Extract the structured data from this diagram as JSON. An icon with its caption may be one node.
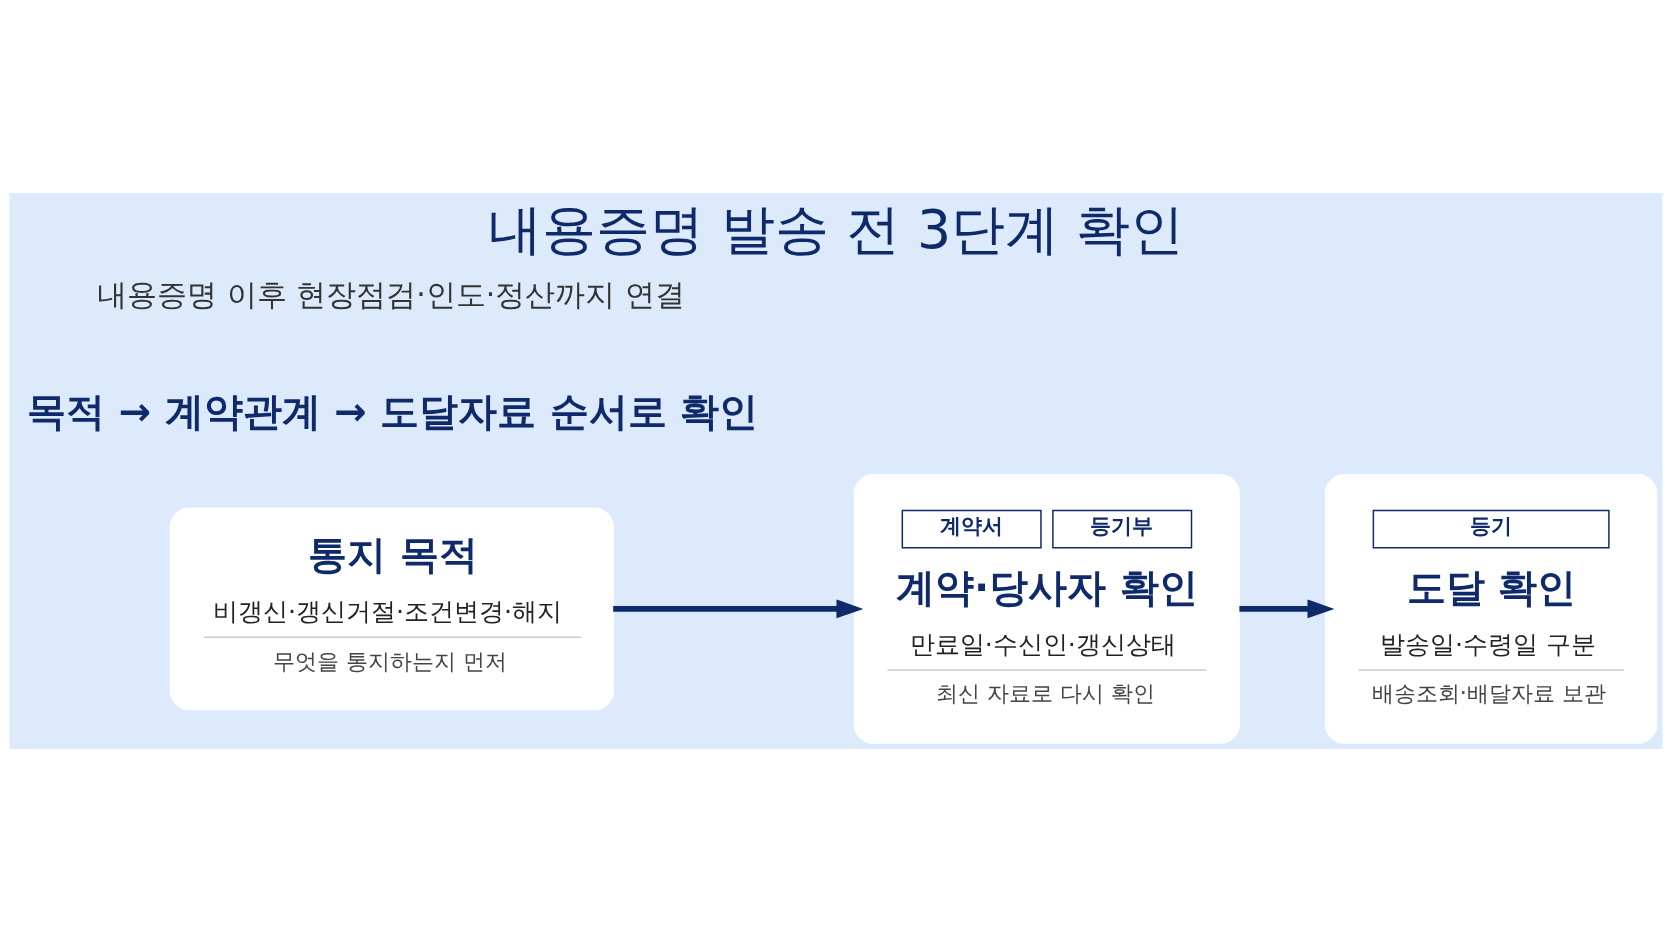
{
  "diagram": {
    "title": "내용증명 발송 전 3단계 확인",
    "nodes": [
      {
        "text": [
          "통지 목적",
          "비갱신·갱신거절·조건변경·해지",
          "무엇을 통지하는지 먼저"
        ]
      },
      {
        "text": [
          "계약서",
          "등기부",
          "계약·당사자 확인",
          "만료일·수신인·갱신상태",
          "최신 자료로 다시 확인"
        ]
      },
      {
        "text": [
          "등기",
          "도달 확인",
          "발송일·수령일 구분",
          "배송조회·배달자료 보관"
        ]
      }
    ],
    "edges": [
      {
        "from": 0,
        "to": 1,
        "arrow": "to"
      },
      {
        "from": 1,
        "to": 2,
        "arrow": "to"
      }
    ],
    "labels": [
      "목적 → 계약관계 → 도달자료 순서로 확인",
      "내용증명 이후 현장점검·인도·정산까지 연결"
    ]
  }
}
